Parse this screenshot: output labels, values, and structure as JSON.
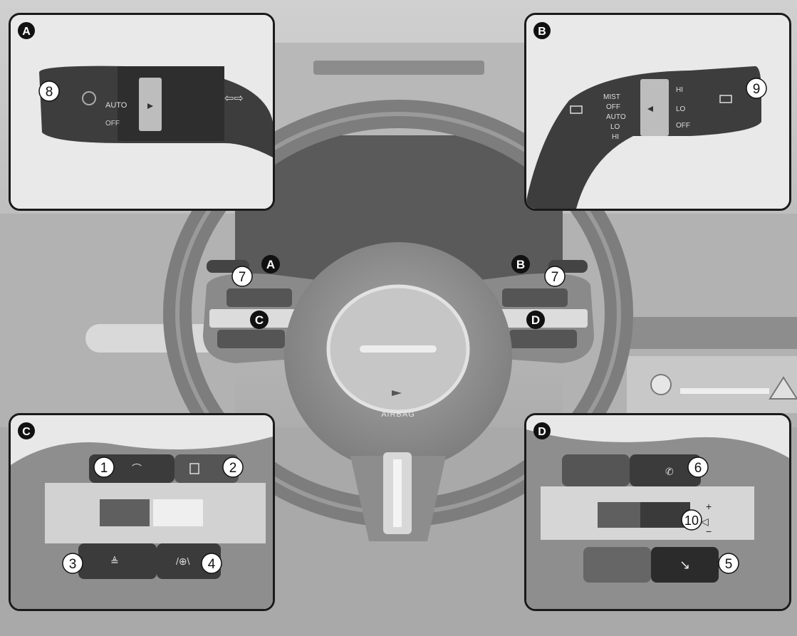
{
  "insets": {
    "a": {
      "letter": "A"
    },
    "b": {
      "letter": "B"
    },
    "c": {
      "letter": "C"
    },
    "d": {
      "letter": "D"
    }
  },
  "wheel_markers": {
    "a": "A",
    "b": "B",
    "c": "C",
    "d": "D",
    "left_7": "7",
    "right_7": "7"
  },
  "airbag_label": "AIRBAG",
  "lights_lever": {
    "callout": "8",
    "positions": [
      "AUTO",
      "OFF"
    ]
  },
  "wiper_lever": {
    "callout": "9",
    "positions": [
      "MIST",
      "OFF",
      "AUTO",
      "LO",
      "HI"
    ],
    "right_positions": [
      "HI",
      "LO",
      "OFF"
    ]
  },
  "left_buttons": {
    "callouts": [
      "1",
      "2",
      "3",
      "4"
    ]
  },
  "right_buttons": {
    "callouts": [
      "6",
      "10",
      "5"
    ],
    "volume_plus": "+",
    "volume_minus": "−"
  }
}
